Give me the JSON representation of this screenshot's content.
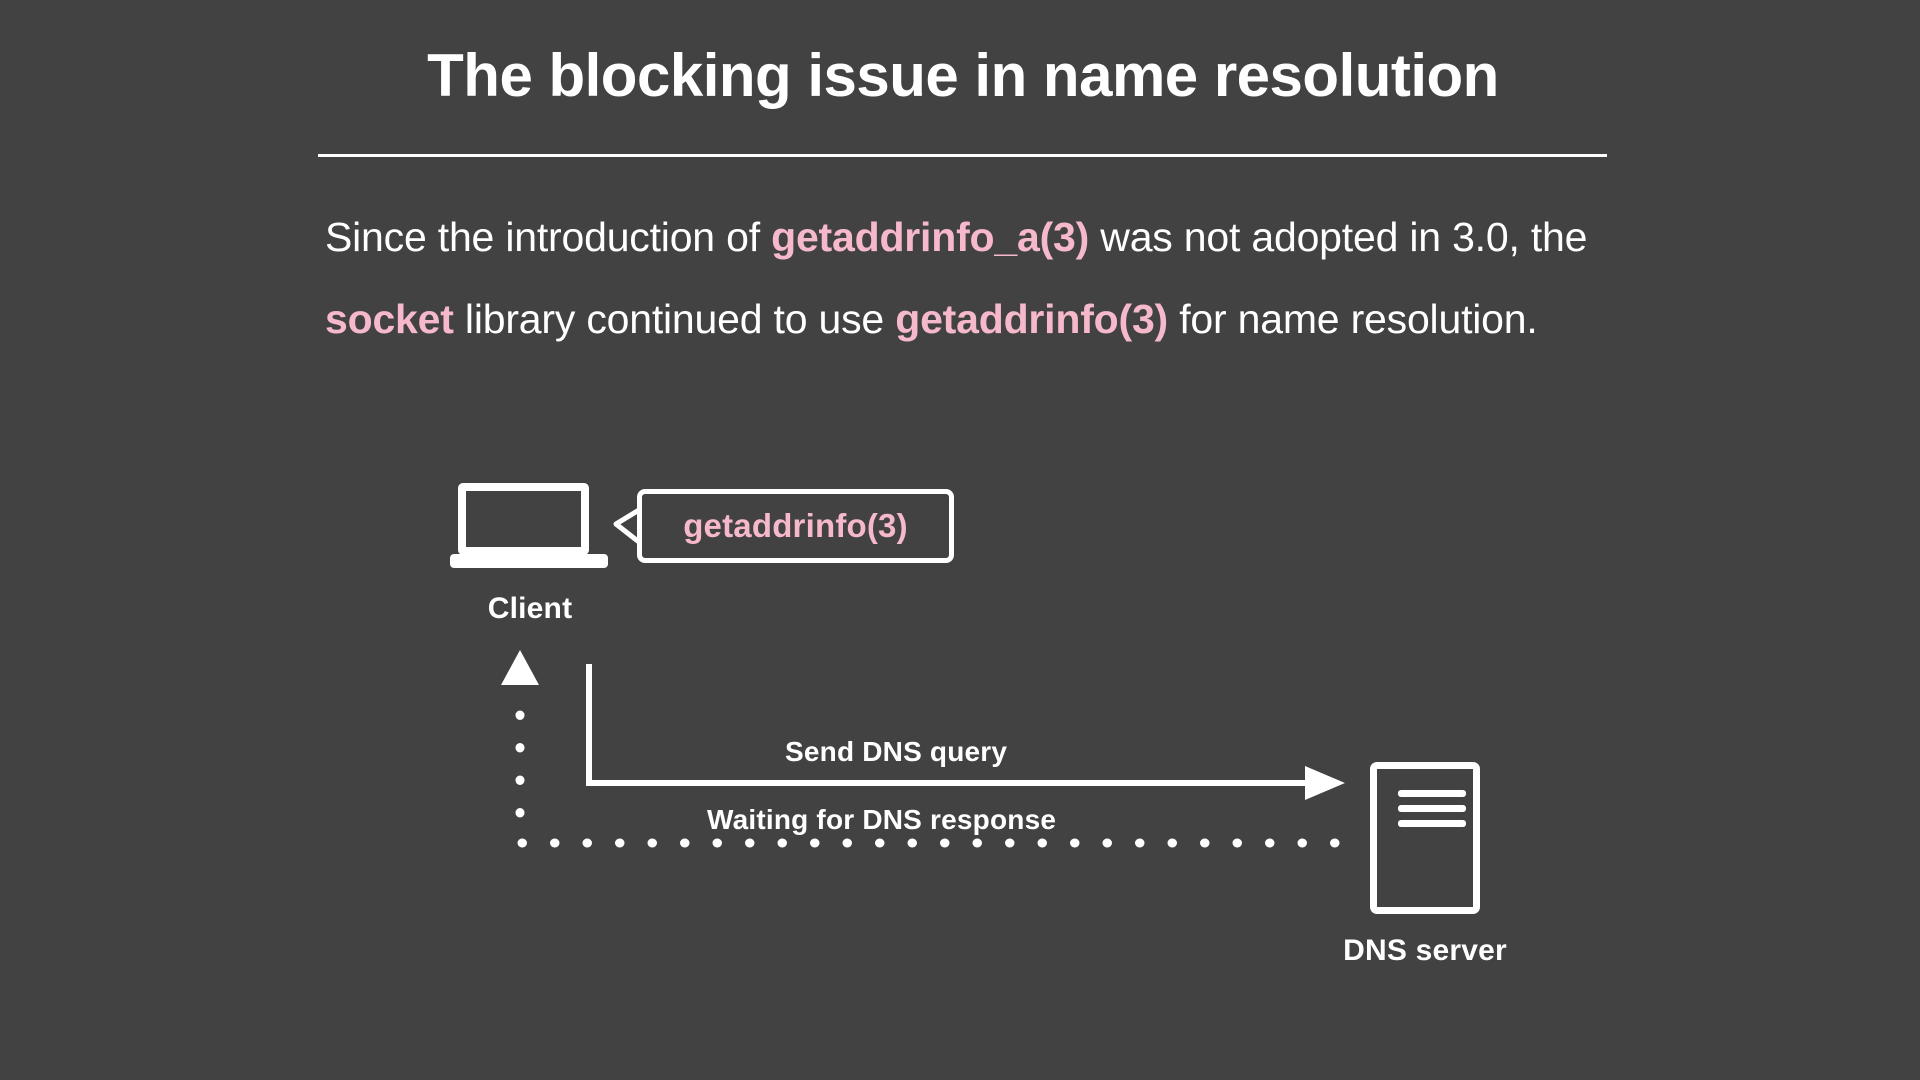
{
  "theme": {
    "background": "#424242",
    "foreground": "#ffffff",
    "accent_pink": "#f6b9cb"
  },
  "slide": {
    "title": "The blocking issue in name resolution",
    "body": {
      "part1": "Since the introduction of ",
      "kw1": "getaddrinfo_a(3)",
      "part2": " was not adopted in 3.0, the ",
      "kw2": "socket",
      "part3": " library continued to use ",
      "kw3": "getaddrinfo(3)",
      "part4": " for name resolution."
    }
  },
  "diagram": {
    "client": {
      "label": "Client",
      "icon": "laptop-icon"
    },
    "callout": {
      "text": "getaddrinfo(3)",
      "direction": "points-left-to-client"
    },
    "server": {
      "label": "DNS server",
      "icon": "server-icon"
    },
    "flows": [
      {
        "label": "Send DNS query",
        "style": "solid",
        "direction": "client-to-server"
      },
      {
        "label": "Waiting for DNS response",
        "style": "dotted",
        "direction": "server-to-client"
      }
    ]
  }
}
